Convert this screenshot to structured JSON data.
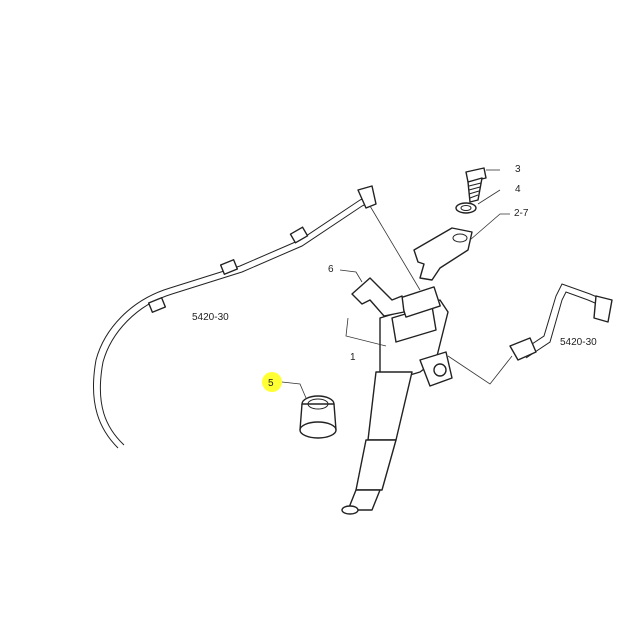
{
  "callouts": {
    "c3": "3",
    "c4": "4",
    "c27": "2-7",
    "c6": "6",
    "c1": "1",
    "c5": "5",
    "ref_return": "5420-30",
    "ref_pipe": "5420-30"
  },
  "colors": {
    "highlight": "#ffff33",
    "line": "#222222"
  }
}
